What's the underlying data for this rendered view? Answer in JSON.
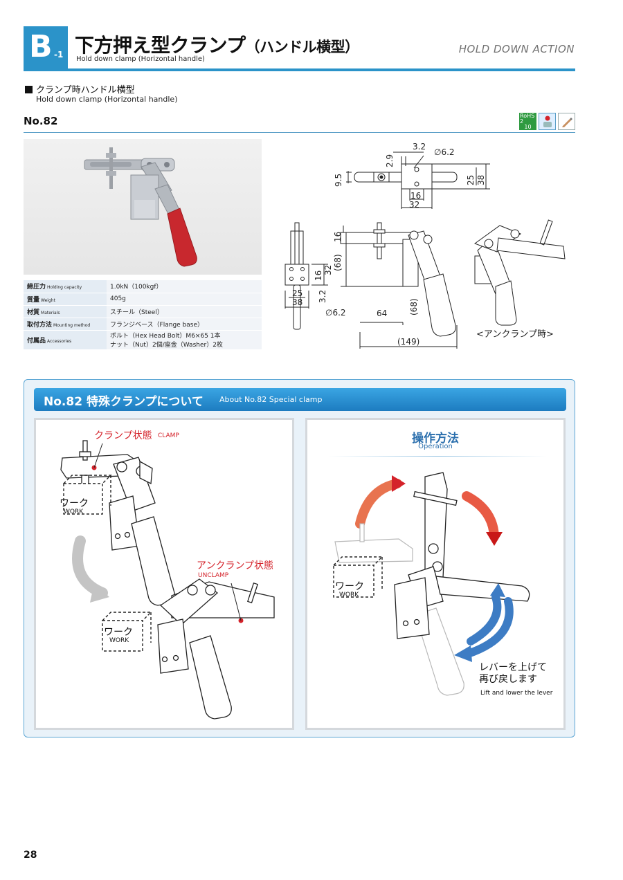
{
  "header": {
    "section_letter": "B",
    "section_sub": "-1",
    "title_jp": "下方押え型クランプ",
    "title_paren": "（ハンドル横型）",
    "title_en": "Hold down clamp (Horizontal handle)",
    "category": "HOLD DOWN ACTION"
  },
  "section": {
    "heading_jp": "クランプ時ハンドル横型",
    "heading_en": "Hold down clamp (Horizontal handle)"
  },
  "product": {
    "model": "No.82",
    "badges": {
      "rohs_line1": "RoHS 2",
      "rohs_line2": "10",
      "person_icon": "person-icon",
      "tool_icon": "pencil-icon"
    }
  },
  "specs": [
    {
      "label_jp": "締圧力",
      "label_en": "Holding capacity",
      "value": "1.0kN（100kgf）"
    },
    {
      "label_jp": "質量",
      "label_en": "Weight",
      "value": "405g"
    },
    {
      "label_jp": "材質",
      "label_en": "Materials",
      "value": "スチール（Steel）"
    },
    {
      "label_jp": "取付方法",
      "label_en": "Mounting method",
      "value": "フランジベース（Flange base）"
    },
    {
      "label_jp": "付属品",
      "label_en": "Accessories",
      "value": "ボルト（Hex Head Bolt）M6×65 1本",
      "value2": "ナット（Nut）2個/座金（Washer）2枚"
    }
  ],
  "drawing": {
    "dims": {
      "d3_2": "3.2",
      "phi6_2": "∅6.2",
      "d2_9": "2.9",
      "d9_5": "9.5",
      "d25": "25",
      "d38": "38",
      "d16": "16",
      "d32": "32",
      "d16b": "16",
      "d68": "(68)",
      "d32b": "32",
      "d16c": "16",
      "d25b": "25",
      "d38b": "38",
      "d3_2b": "3.2",
      "phi6_2b": "∅6.2",
      "d64": "64",
      "d68b": "(68)",
      "d149": "(149)"
    },
    "unclamp_caption": "<アンクランプ時>"
  },
  "special": {
    "title_jp": "No.82 特殊クランプについて",
    "title_en": "About No.82 Special clamp",
    "clamp_jp": "クランプ状態",
    "clamp_en": "CLAMP",
    "unclamp_jp": "アンクランプ状態",
    "unclamp_en": "UNCLAMP",
    "work_jp": "ワーク",
    "work_en": "WORK",
    "operation_jp": "操作方法",
    "operation_en": "Operation",
    "lift_line1": "レバーを上げて",
    "lift_line2": "再び戻します",
    "lift_en": "Lift and lower the lever"
  },
  "colors": {
    "accent": "#2b93c9",
    "red": "#d4222a",
    "handle_red": "#c8282e",
    "arrow_blue": "#3d7cc4"
  },
  "page_number": "28"
}
